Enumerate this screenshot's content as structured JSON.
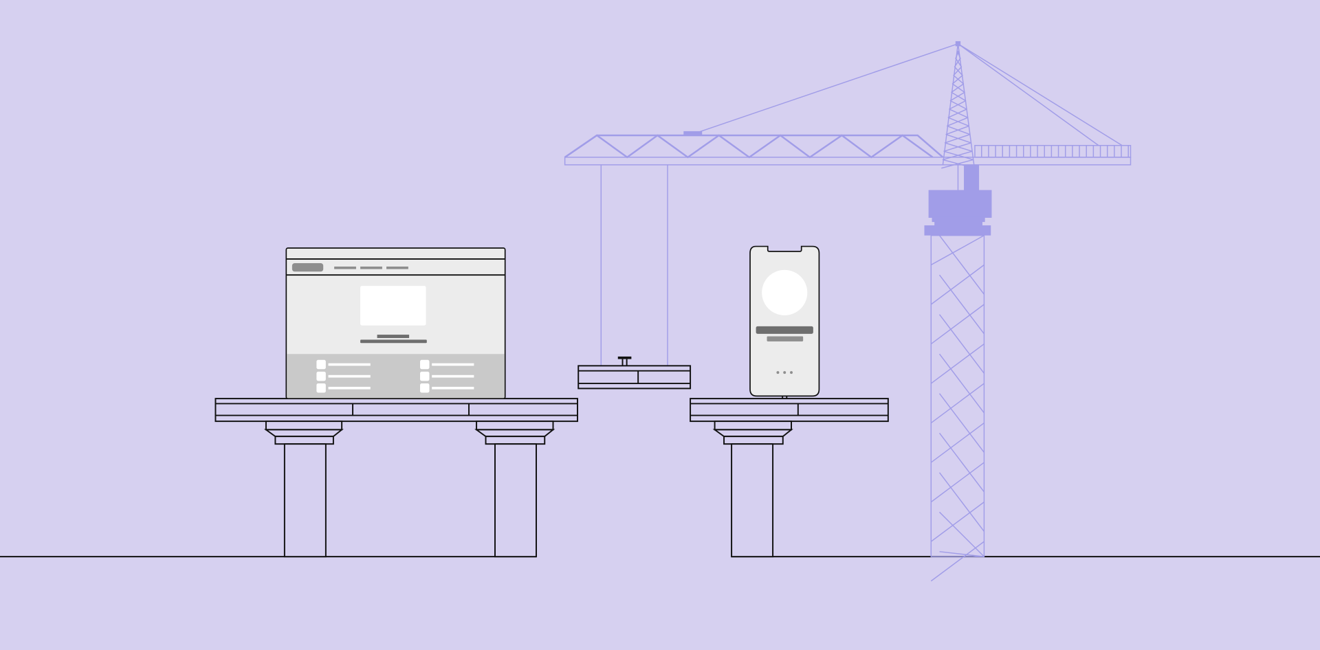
{
  "scene": {
    "colors": {
      "background": "#d6d0f0",
      "crane": "#a19de8",
      "outline": "#111111",
      "mockup_light": "#ececec",
      "mockup_gray": "#c9c9c9",
      "mockup_dark": "#6e6e6e"
    },
    "icons": [
      "browser-window-mockup",
      "mobile-phone-mockup",
      "tower-crane",
      "bridge"
    ]
  }
}
